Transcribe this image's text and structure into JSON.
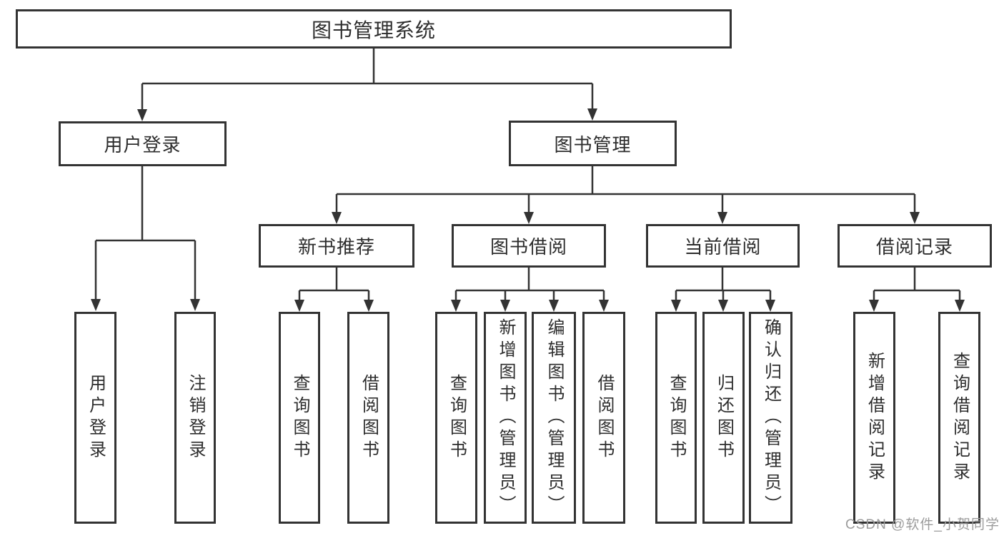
{
  "diagram": {
    "title": "图书管理系统",
    "level2": {
      "user_login": "用户登录",
      "book_management": "图书管理"
    },
    "level3": {
      "new_book_recommend": "新书推荐",
      "book_borrow": "图书借阅",
      "current_borrow": "当前借阅",
      "borrow_records": "借阅记录"
    },
    "leaves": {
      "login": [
        "用户登录",
        "注销登录"
      ],
      "recommend": [
        "查询图书",
        "借阅图书"
      ],
      "borrow": [
        "查询图书",
        "新增图书（管理员）",
        "编辑图书（管理员）",
        "借阅图书"
      ],
      "current": [
        "查询图书",
        "归还图书",
        "确认归还（管理员）"
      ],
      "records": [
        "新增借阅记录",
        "查询借阅记录"
      ]
    }
  },
  "watermark": "CSDN @软件_小贺同学",
  "colors": {
    "line": "#333333",
    "text": "#2d2d2d",
    "watermark": "#9c9c9c",
    "background": "#ffffff"
  }
}
